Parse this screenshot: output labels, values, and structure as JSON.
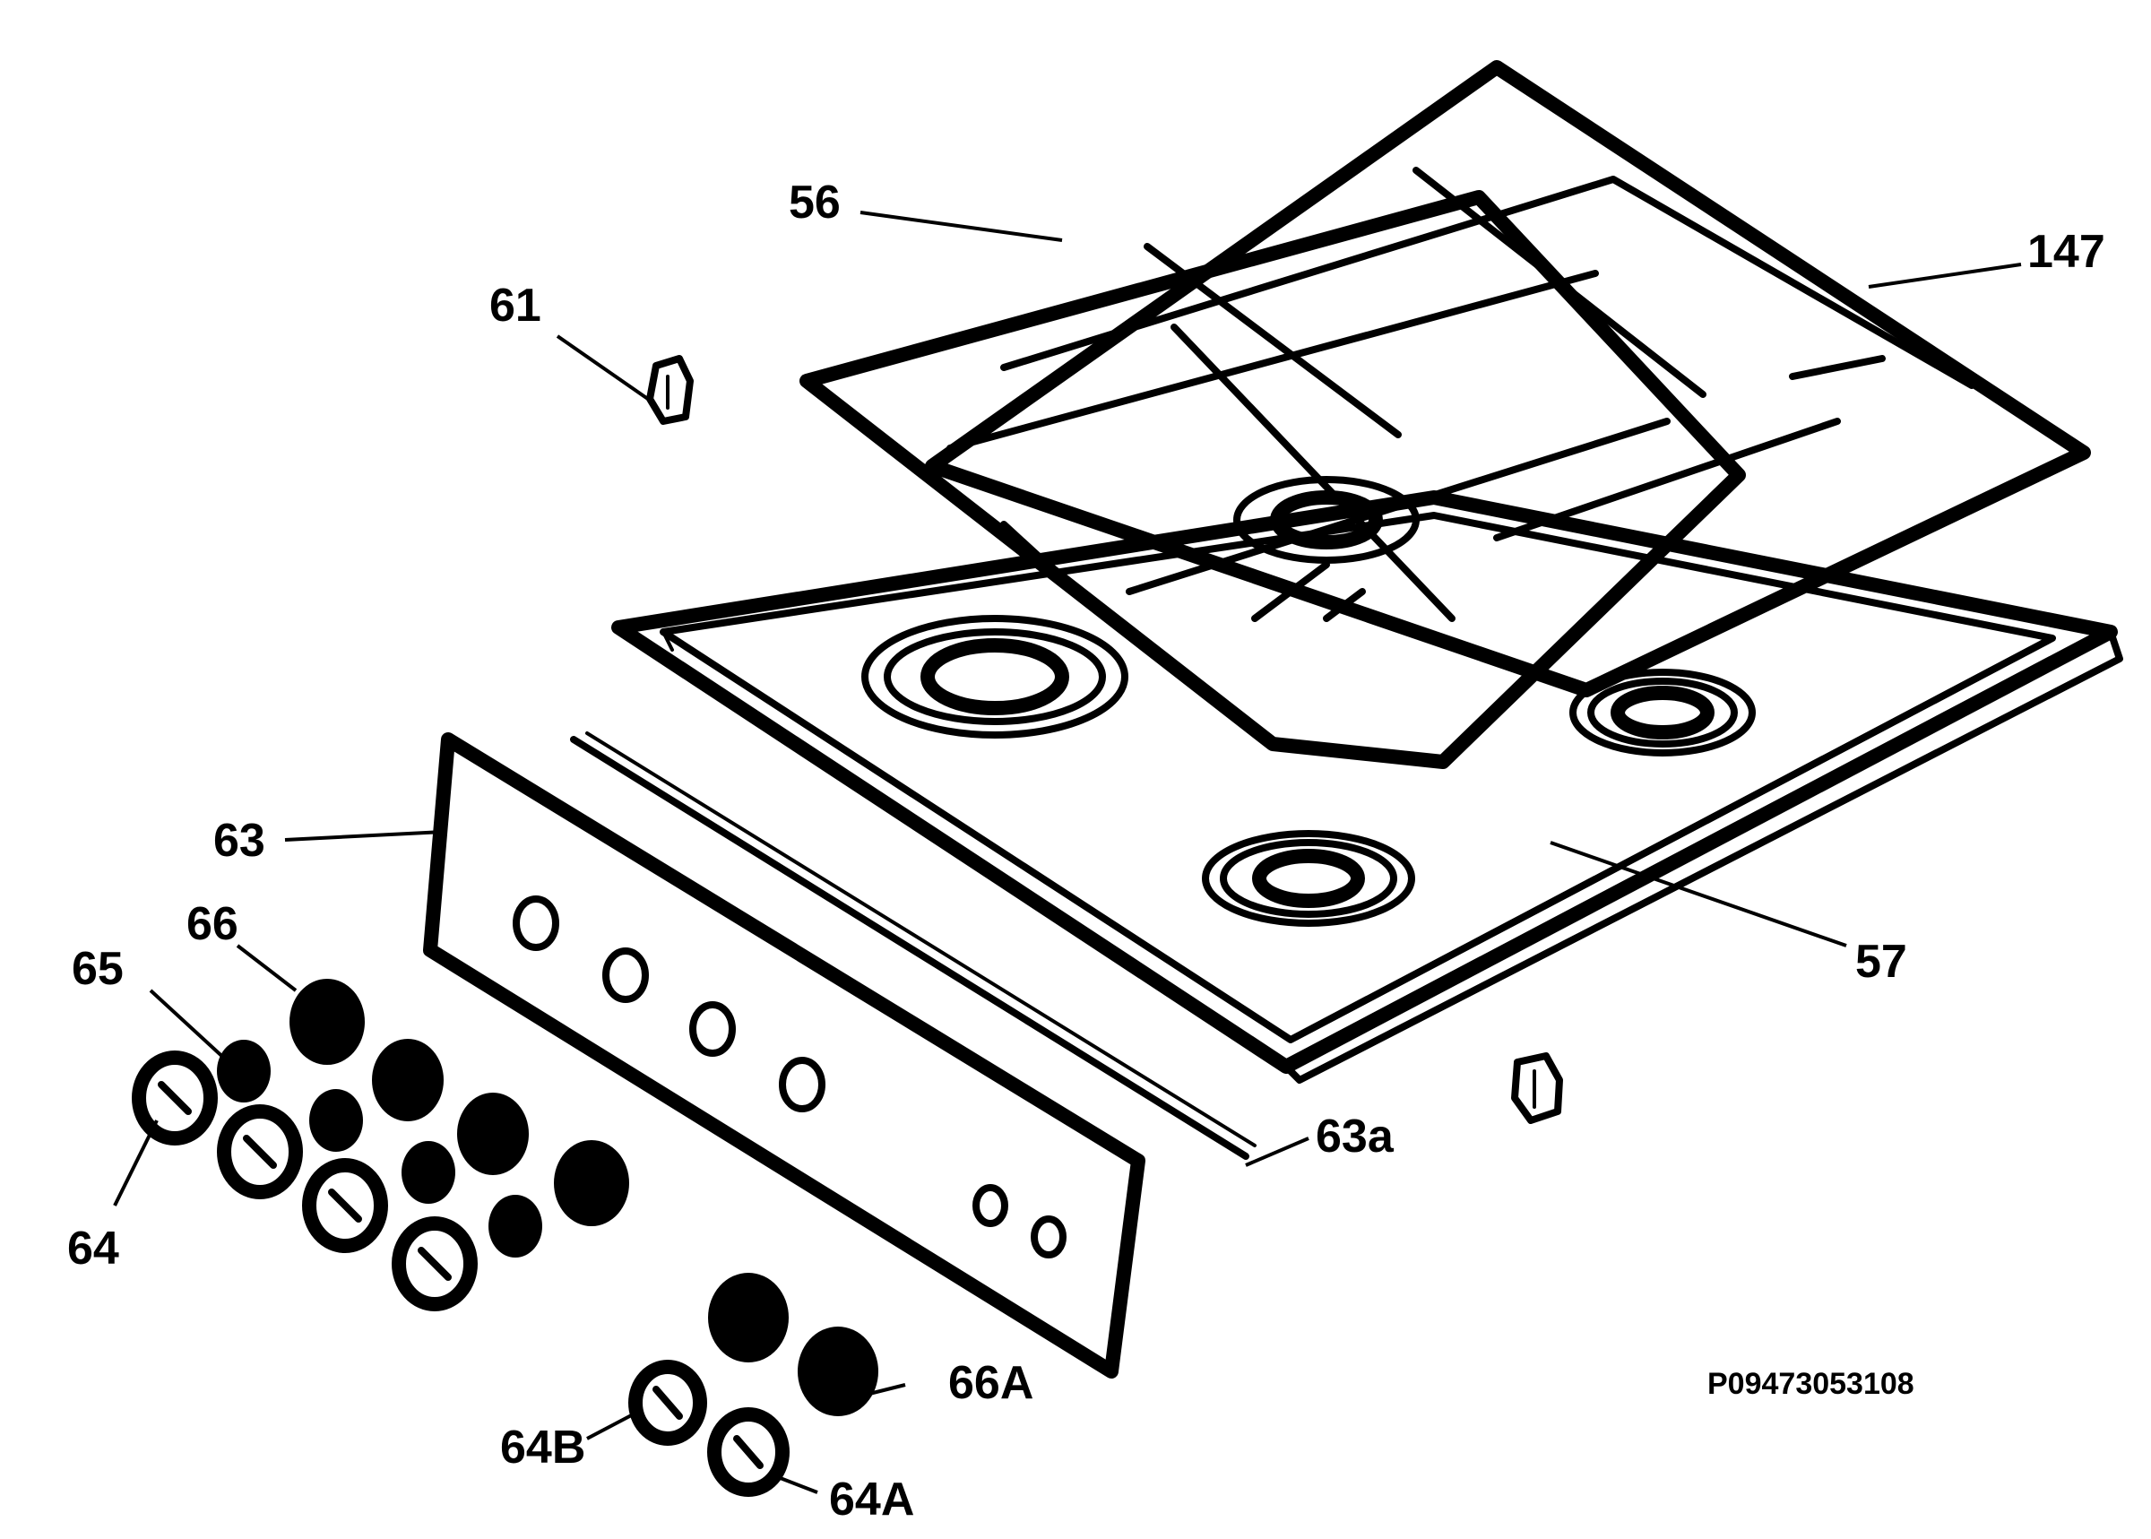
{
  "labels": {
    "l56": "56",
    "l147": "147",
    "l61": "61",
    "l63": "63",
    "l66": "66",
    "l65": "65",
    "l64": "64",
    "l57": "57",
    "l63a": "63a",
    "l66A": "66A",
    "l64B": "64B",
    "l64A": "64A"
  },
  "drawing_code": "P09473053108"
}
